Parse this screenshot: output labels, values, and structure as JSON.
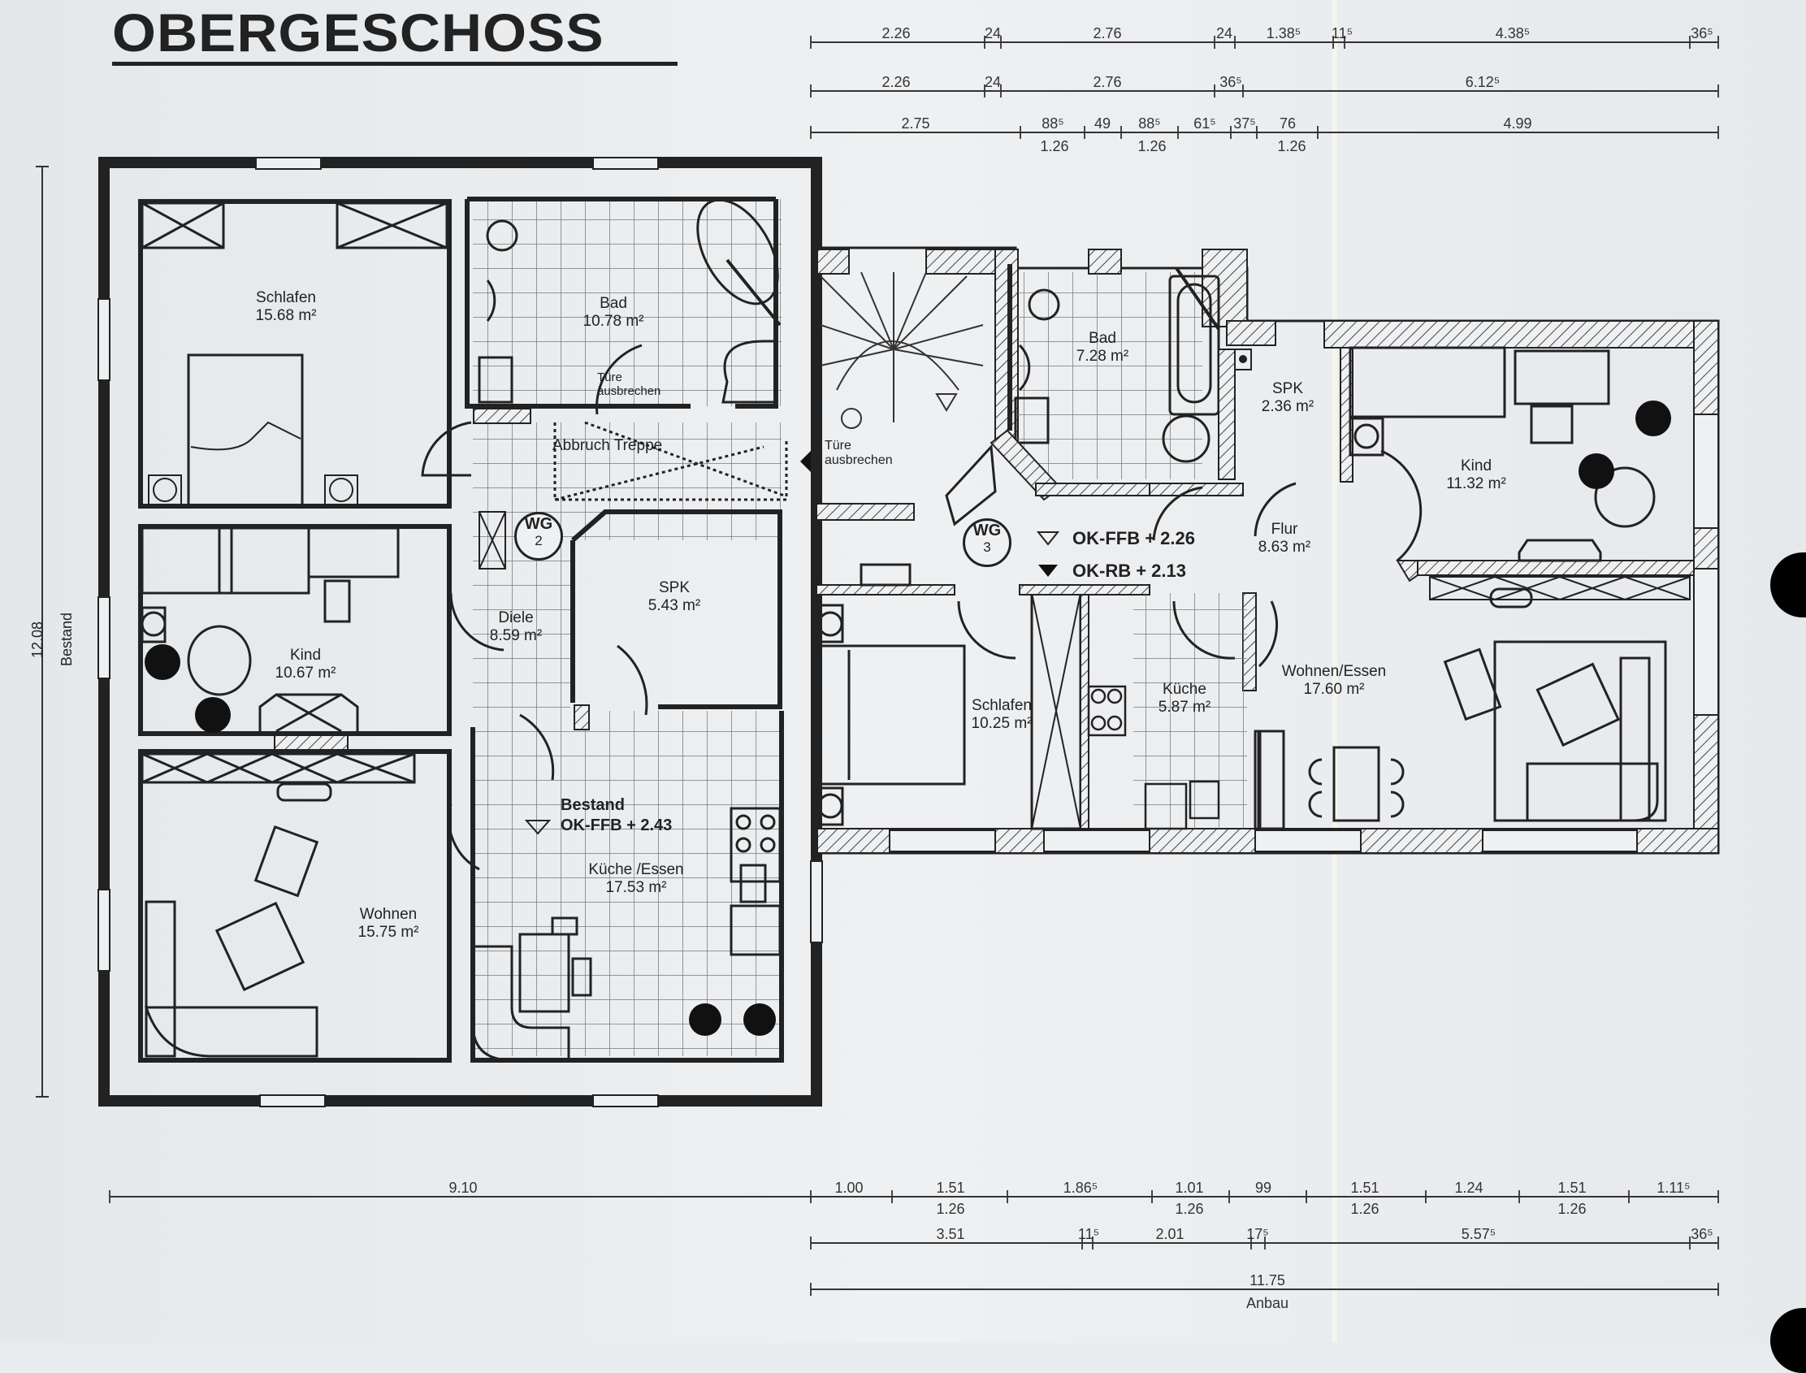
{
  "title": "OBERGESCHOSS",
  "rooms": {
    "schlafen_1": {
      "name": "Schlafen",
      "area": "15.68 m²"
    },
    "bad_1": {
      "name": "Bad",
      "area": "10.78 m²"
    },
    "kind_1": {
      "name": "Kind",
      "area": "10.67 m²"
    },
    "diele": {
      "name": "Diele",
      "area": "8.59 m²"
    },
    "spk_1": {
      "name": "SPK",
      "area": "5.43 m²"
    },
    "wohnen": {
      "name": "Wohnen",
      "area": "15.75 m²"
    },
    "kueche_essen": {
      "name": "Küche /Essen",
      "area": "17.53 m²"
    },
    "bad_2": {
      "name": "Bad",
      "area": "7.28 m²"
    },
    "spk_2": {
      "name": "SPK",
      "area": "2.36 m²"
    },
    "kind_2": {
      "name": "Kind",
      "area": "11.32 m²"
    },
    "flur": {
      "name": "Flur",
      "area": "8.63 m²"
    },
    "schlafen_2": {
      "name": "Schlafen",
      "area": "10.25 m²"
    },
    "kueche": {
      "name": "Küche",
      "area": "5.87 m²"
    },
    "wohnen_essen": {
      "name": "Wohnen/Essen",
      "area": "17.60 m²"
    }
  },
  "notes": {
    "tuere_ausbrechen_bad": [
      "Türe",
      "ausbrechen"
    ],
    "abbruch_treppe": "Abbruch Treppe",
    "tuere_ausbrechen_stair": [
      "Türe",
      "ausbrechen"
    ],
    "bestand": "Bestand",
    "bestand_level": "OK-FFB + 2.43",
    "anbau_level_ffb": "OK-FFB + 2.26",
    "anbau_level_rb": "OK-RB + 2.13"
  },
  "wg_markers": [
    {
      "label": "WG",
      "number": "2"
    },
    {
      "label": "WG",
      "number": "3"
    }
  ],
  "dimensions": {
    "top_row_1": [
      "2.26",
      "24",
      "2.76",
      "24",
      "1.38⁵",
      "11⁵",
      "4.38⁵",
      "36⁵"
    ],
    "top_row_2": [
      "2.26",
      "24",
      "2.76",
      "36⁵",
      "6.12⁵"
    ],
    "top_row_3": [
      "2.75",
      "88⁵",
      "49",
      "88⁵",
      "61⁵",
      "37⁵",
      "76",
      "4.99"
    ],
    "top_row_3_sub": [
      "1.26",
      "1.26",
      "1.26"
    ],
    "bottom_row_1": [
      "9.10",
      "1.00",
      "1.51",
      "1.86⁵",
      "1.01",
      "99",
      "1.51",
      "1.24",
      "1.51",
      "1.11⁵"
    ],
    "bottom_row_1_sub": [
      "1.26",
      "1.26",
      "1.26",
      "1.26"
    ],
    "bottom_row_2": [
      "3.51",
      "11⁵",
      "2.01",
      "17⁵",
      "5.57⁵",
      "36⁵"
    ],
    "bottom_row_3": "11.75",
    "bottom_label": "Anbau",
    "left_height": "12.08",
    "left_label": "Bestand"
  },
  "colors": {
    "paper": "#e9ecef",
    "ink": "#222222",
    "hatch": "#555555"
  }
}
